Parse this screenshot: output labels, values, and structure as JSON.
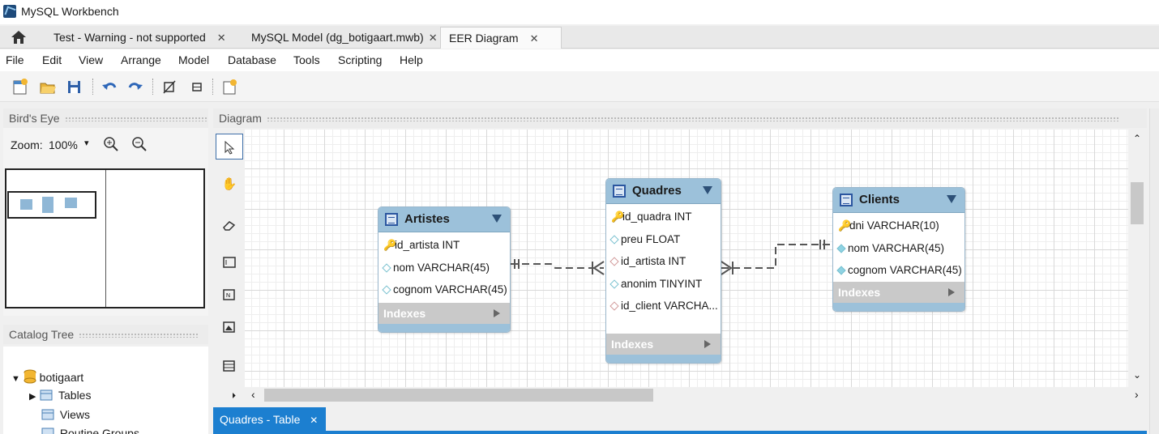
{
  "app": {
    "title": "MySQL Workbench"
  },
  "tabs": [
    {
      "label": "Test - Warning - not supported"
    },
    {
      "label": "MySQL Model (dg_botigaart.mwb)"
    },
    {
      "label": "EER Diagram"
    }
  ],
  "tab_close": "✕",
  "menu": [
    "File",
    "Edit",
    "View",
    "Arrange",
    "Model",
    "Database",
    "Tools",
    "Scripting",
    "Help"
  ],
  "birdseye": {
    "title": "Bird's Eye",
    "zoom_label": "Zoom:",
    "zoom_value": "100%"
  },
  "catalog": {
    "title": "Catalog Tree",
    "schema": "botigaart",
    "items": [
      "Tables",
      "Views",
      "Routine Groups"
    ]
  },
  "diagram": {
    "title": "Diagram",
    "tables": [
      {
        "name": "Artistes",
        "columns": [
          {
            "text": "id_artista INT",
            "kind": "pk"
          },
          {
            "text": "nom  VARCHAR(45)",
            "kind": "col"
          },
          {
            "text": "cognom  VARCHAR(45)",
            "kind": "col"
          }
        ],
        "indexes": "Indexes"
      },
      {
        "name": "Quadres",
        "columns": [
          {
            "text": "id_quadra INT",
            "kind": "pk"
          },
          {
            "text": "preu FLOAT",
            "kind": "col"
          },
          {
            "text": "id_artista INT",
            "kind": "fk"
          },
          {
            "text": "anonim TINYINT",
            "kind": "col"
          },
          {
            "text": "id_client VARCHA...",
            "kind": "fk"
          }
        ],
        "indexes": "Indexes"
      },
      {
        "name": "Clients",
        "columns": [
          {
            "text": "dni VARCHAR(10)",
            "kind": "pk"
          },
          {
            "text": "nom  VARCHAR(45)",
            "kind": "nn"
          },
          {
            "text": "cognom  VARCHAR(45)",
            "kind": "nn"
          }
        ],
        "indexes": "Indexes"
      }
    ]
  },
  "bottom_tab": {
    "label": "Quadres - Table"
  },
  "colors": {
    "accent": "#1c7fd0",
    "entity_header": "#9cc1da"
  }
}
